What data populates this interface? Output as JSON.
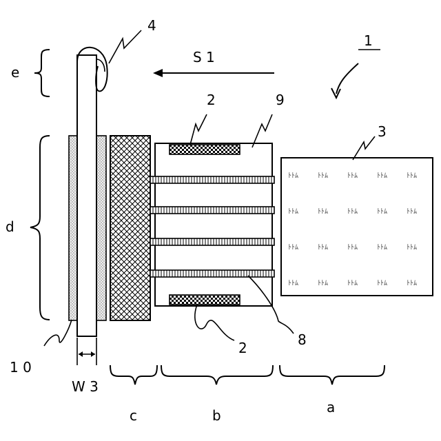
{
  "labels": {
    "ref_1": "1",
    "ref_2_top": "2",
    "ref_2_bottom": "2",
    "ref_3": "3",
    "ref_4": "4",
    "ref_8": "8",
    "ref_9": "9",
    "ref_10": "1 0",
    "arrow_s1": "S 1",
    "width_w3": "W 3",
    "region_a": "a",
    "region_b": "b",
    "region_c": "c",
    "region_d": "d",
    "region_e": "e"
  },
  "block3_glyph": "ﾄﾄﾑ",
  "block3_grid": {
    "rows": 4,
    "cols": 5
  },
  "colors": {
    "line": "#000000",
    "background": "#ffffff",
    "dot_fill": "#e6e6e6"
  }
}
